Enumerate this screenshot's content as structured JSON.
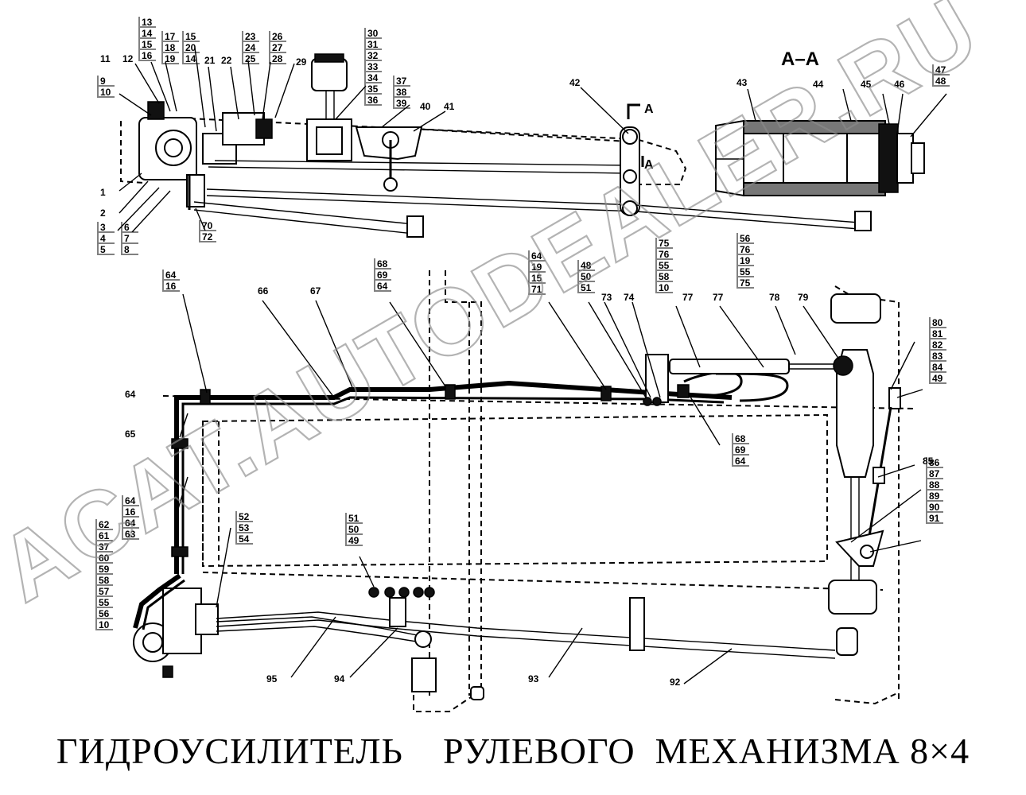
{
  "caption": "ГИДРОУСИЛИТЕЛЬ    РУЛЕВОГО  МЕХАНИЗМА 8×4",
  "section_label": "А–А",
  "section_mark": "А",
  "watermark": "ACAT.AUTODEALER.RU",
  "callouts": [
    {
      "id": "c1",
      "lines": [
        "13",
        "14",
        "15",
        "16"
      ]
    },
    {
      "id": "c2",
      "lines": [
        "17",
        "18",
        "19"
      ]
    },
    {
      "id": "c3",
      "lines": [
        "15",
        "20",
        "14"
      ]
    },
    {
      "id": "c4",
      "lines": [
        "23",
        "24",
        "25"
      ]
    },
    {
      "id": "c5",
      "lines": [
        "26",
        "27",
        "28"
      ]
    },
    {
      "id": "c6",
      "lines": [
        "30",
        "31",
        "32",
        "33",
        "34",
        "35",
        "36"
      ]
    },
    {
      "id": "c7",
      "lines": [
        "37",
        "38",
        "39"
      ]
    },
    {
      "id": "c8",
      "lines": [
        "11"
      ]
    },
    {
      "id": "c9",
      "lines": [
        "12"
      ]
    },
    {
      "id": "c10",
      "lines": [
        "21"
      ]
    },
    {
      "id": "c11",
      "lines": [
        "22"
      ]
    },
    {
      "id": "c12",
      "lines": [
        "29"
      ]
    },
    {
      "id": "c13",
      "lines": [
        "40"
      ]
    },
    {
      "id": "c14",
      "lines": [
        "41"
      ]
    },
    {
      "id": "c15",
      "lines": [
        "9",
        "10"
      ]
    },
    {
      "id": "c16",
      "lines": [
        "1"
      ]
    },
    {
      "id": "c17",
      "lines": [
        "2"
      ]
    },
    {
      "id": "c18",
      "lines": [
        "3",
        "4",
        "5"
      ]
    },
    {
      "id": "c19",
      "lines": [
        "6",
        "7",
        "8"
      ]
    },
    {
      "id": "c20",
      "lines": [
        "70",
        "72"
      ]
    },
    {
      "id": "c21",
      "lines": [
        "42"
      ]
    },
    {
      "id": "c22",
      "lines": [
        "43"
      ]
    },
    {
      "id": "c23",
      "lines": [
        "44"
      ]
    },
    {
      "id": "c24",
      "lines": [
        "45"
      ]
    },
    {
      "id": "c25",
      "lines": [
        "46"
      ]
    },
    {
      "id": "c26",
      "lines": [
        "47",
        "48"
      ]
    },
    {
      "id": "c27",
      "lines": [
        "64",
        "16"
      ]
    },
    {
      "id": "c28",
      "lines": [
        "66"
      ]
    },
    {
      "id": "c29",
      "lines": [
        "67"
      ]
    },
    {
      "id": "c30",
      "lines": [
        "68",
        "69",
        "64"
      ]
    },
    {
      "id": "c31",
      "lines": [
        "64",
        "19",
        "15",
        "71"
      ]
    },
    {
      "id": "c32",
      "lines": [
        "48",
        "50",
        "51"
      ]
    },
    {
      "id": "c33",
      "lines": [
        "73"
      ]
    },
    {
      "id": "c34",
      "lines": [
        "74"
      ]
    },
    {
      "id": "c35",
      "lines": [
        "75",
        "76",
        "55",
        "58",
        "10"
      ]
    },
    {
      "id": "c36",
      "lines": [
        "77"
      ]
    },
    {
      "id": "c37",
      "lines": [
        "77"
      ]
    },
    {
      "id": "c38",
      "lines": [
        "56",
        "76",
        "19",
        "55",
        "75"
      ]
    },
    {
      "id": "c39",
      "lines": [
        "78"
      ]
    },
    {
      "id": "c40",
      "lines": [
        "79"
      ]
    },
    {
      "id": "c41",
      "lines": [
        "80",
        "81",
        "82",
        "83",
        "84",
        "49"
      ]
    },
    {
      "id": "c42",
      "lines": [
        "64"
      ]
    },
    {
      "id": "c43",
      "lines": [
        "65"
      ]
    },
    {
      "id": "c44",
      "lines": [
        "68",
        "69",
        "64"
      ]
    },
    {
      "id": "c45",
      "lines": [
        "85"
      ]
    },
    {
      "id": "c46",
      "lines": [
        "86",
        "87",
        "88",
        "89",
        "90",
        "91"
      ]
    },
    {
      "id": "c47",
      "lines": [
        "64",
        "16",
        "64",
        "63"
      ]
    },
    {
      "id": "c48",
      "lines": [
        "62",
        "61",
        "37",
        "60",
        "59",
        "58",
        "57",
        "55",
        "56",
        "10"
      ]
    },
    {
      "id": "c49",
      "lines": [
        "52",
        "53",
        "54"
      ]
    },
    {
      "id": "c50",
      "lines": [
        "51",
        "50",
        "49"
      ]
    },
    {
      "id": "c51",
      "lines": [
        "95"
      ]
    },
    {
      "id": "c52",
      "lines": [
        "94"
      ]
    },
    {
      "id": "c53",
      "lines": [
        "93"
      ]
    },
    {
      "id": "c54",
      "lines": [
        "92"
      ]
    }
  ]
}
